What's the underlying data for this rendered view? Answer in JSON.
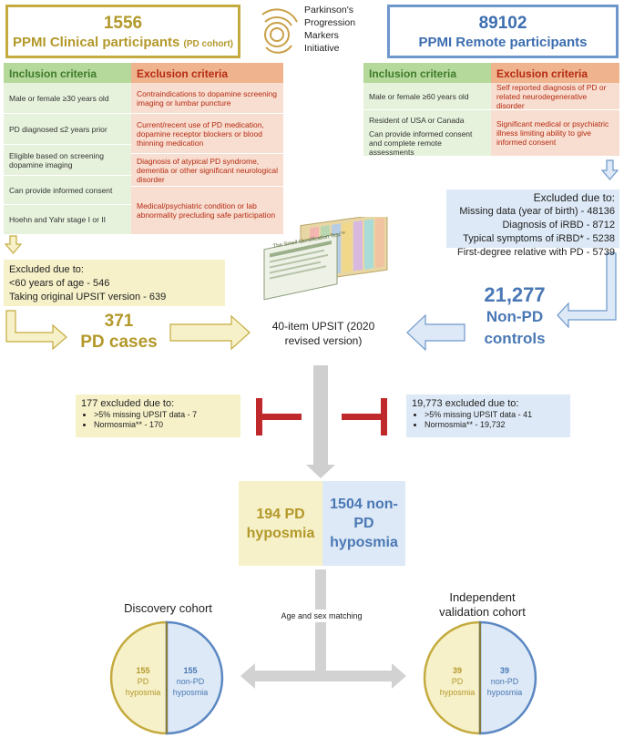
{
  "clinical": {
    "count": "1556",
    "title": "PPMI Clinical participants",
    "subtitle": "(PD cohort)"
  },
  "remote": {
    "count": "89102",
    "title": "PPMI Remote participants"
  },
  "logo": {
    "line1": "Parkinson's",
    "line2": "Progression",
    "line3": "Markers",
    "line4": "Initiative"
  },
  "left_criteria": {
    "inclusion_header": "Inclusion criteria",
    "exclusion_header": "Exclusion criteria",
    "inclusion": [
      "Male or female ≥30 years old",
      "PD diagnosed ≤2 years prior",
      "Eligible based on screening dopamine imaging",
      "Can provide informed consent",
      "Hoehn and Yahr stage I or II"
    ],
    "exclusion": [
      "Contraindications to dopamine screening imaging or lumbar puncture",
      "Current/recent use of PD medication, dopamine receptor blockers or blood thinning medication",
      "Diagnosis of atypical PD syndrome, dementia or other significant neurological disorder",
      "Medical/psychiatric condition or lab abnormality precluding safe participation"
    ]
  },
  "right_criteria": {
    "inclusion_header": "Inclusion criteria",
    "exclusion_header": "Exclusion criteria",
    "inclusion": [
      "Male or female ≥60 years old",
      "Resident of USA or Canada",
      "Can provide informed consent and complete remote assessments"
    ],
    "exclusion": [
      "Self reported diagnosis of PD or related neurodegenerative disorder",
      "Significant medical or psychiatric illness limiting ability to give informed consent"
    ]
  },
  "left_excluded": {
    "title": "Excluded due to:",
    "items": [
      "<60 years of age - 546",
      "Taking original UPSIT version - 639"
    ]
  },
  "right_excluded": {
    "title": "Excluded due to:",
    "items": [
      "Missing data (year of birth) - 48136",
      "Diagnosis of iRBD - 8712",
      "Typical symptoms of iRBD* - 5238",
      "First-degree relative with PD - 5739"
    ]
  },
  "pd_cases": {
    "count": "371",
    "label": "PD cases"
  },
  "controls": {
    "count": "21,277",
    "label1": "Non-PD",
    "label2": "controls"
  },
  "upsit": {
    "label": "40-item UPSIT (2020 revised version)",
    "booklet_title": "The Smell Identification Test™"
  },
  "left_excl2": {
    "title": "177 excluded due to:",
    "items": [
      ">5% missing UPSIT data - 7",
      "Normosmia** - 170"
    ]
  },
  "right_excl2": {
    "title": "19,773 excluded due to:",
    "items": [
      ">5% missing UPSIT data - 41",
      "Normosmia** - 19,732"
    ]
  },
  "hyposmia_pd": "194 PD hyposmia",
  "hyposmia_nonpd": "1504 non-PD hyposmia",
  "matching_label": "Age and sex matching",
  "discovery": {
    "title": "Discovery cohort",
    "pd_n": "155",
    "pd_label1": "PD",
    "pd_label2": "hyposmia",
    "ctrl_n": "155",
    "ctrl_label1": "non-PD",
    "ctrl_label2": "hyposmia"
  },
  "validation": {
    "title1": "Independent",
    "title2": "validation cohort",
    "pd_n": "39",
    "pd_label1": "PD",
    "pd_label2": "hyposmia",
    "ctrl_n": "39",
    "ctrl_label1": "non-PD",
    "ctrl_label2": "hyposmia"
  },
  "colors": {
    "gold": "#c4ab3f",
    "gold_fill": "#f7f1c9",
    "blue": "#5b87c3",
    "blue_fill": "#dde9f6",
    "inhibit_red": "#c0292b",
    "arrow_gray": "#cfcfcf"
  }
}
